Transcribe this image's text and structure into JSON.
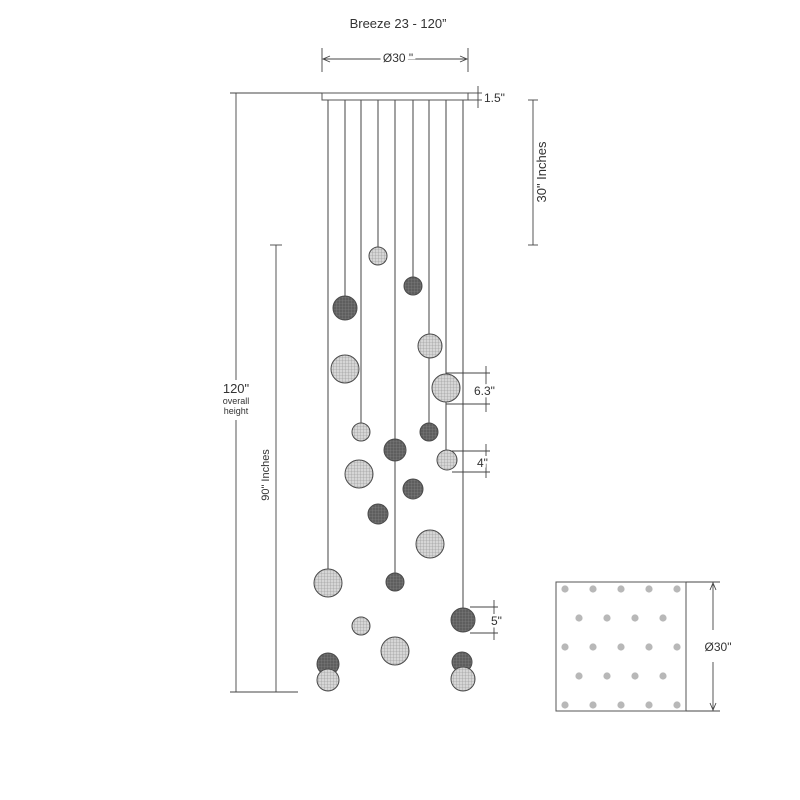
{
  "title": "Breeze 23 - 120”",
  "labels": {
    "canopy_diameter": "Ø30 \"",
    "canopy_thickness": "1.5\"",
    "top_gap": "30\" Inches",
    "overall_value": "120\"",
    "overall_line1": "overall",
    "overall_line2": "height",
    "drop_length": "90\" Inches",
    "large_sphere": "6.3\"",
    "small_sphere": "4\"",
    "medium_sphere": "5\"",
    "plan_diameter": "Ø30\""
  },
  "colors": {
    "line": "#555555",
    "sphere_dark": "#5a5a5a",
    "sphere_light": "#bdbdbd",
    "plan_dot": "#b8b8b8"
  },
  "plan_dots_per_row": [
    5,
    4,
    5,
    4,
    5
  ]
}
